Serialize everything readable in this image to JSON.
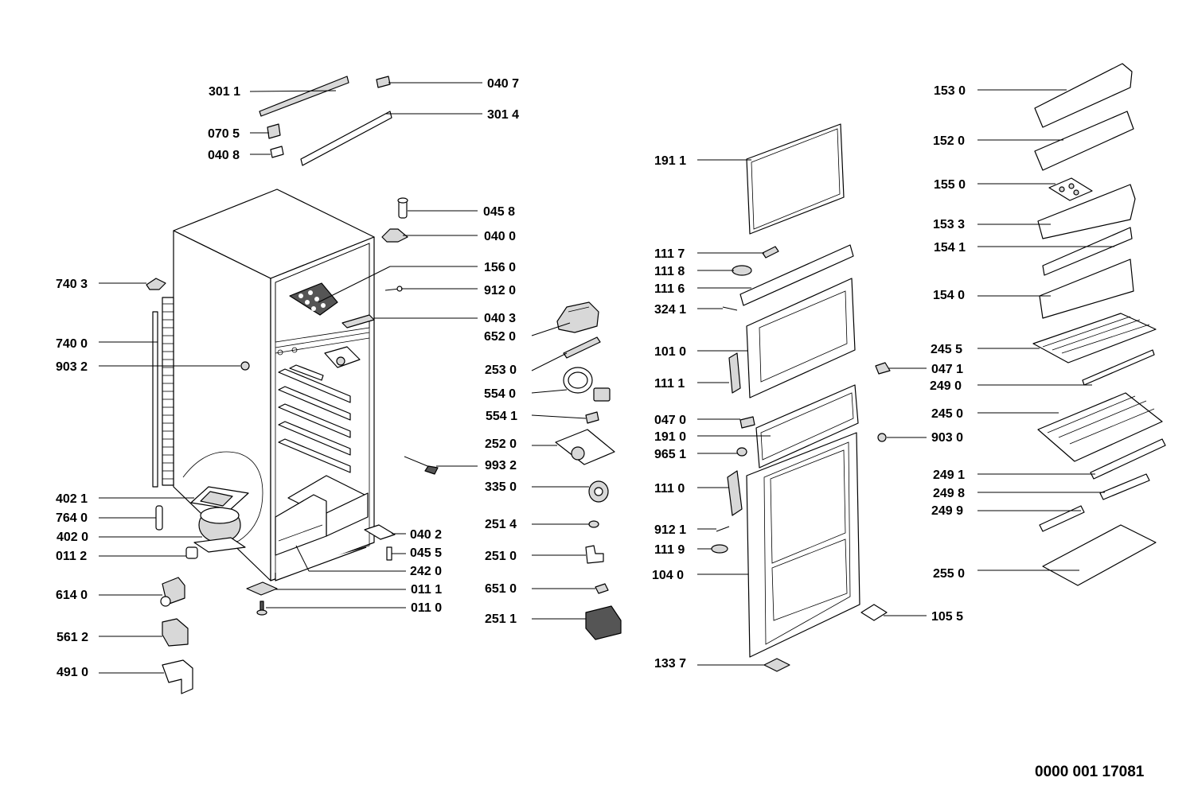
{
  "drawing_ref": "0000 001 17081",
  "labels": {
    "p3011": "301 1",
    "p0407": "040 7",
    "p3014": "301 4",
    "p0705": "070 5",
    "p0408": "040 8",
    "p0458": "045 8",
    "p0400": "040 0",
    "p1560": "156 0",
    "p9120": "912 0",
    "p0403": "040 3",
    "p6520": "652 0",
    "p2530": "253 0",
    "p5540": "554 0",
    "p5541": "554 1",
    "p2520": "252 0",
    "p9932": "993 2",
    "p3350": "335 0",
    "p2514": "251 4",
    "p2510": "251 0",
    "p6510": "651 0",
    "p2511": "251 1",
    "p0402": "040 2",
    "p0455": "045 5",
    "p2420": "242 0",
    "p0111": "011 1",
    "p0110": "011 0",
    "p7403": "740 3",
    "p7400": "740 0",
    "p9032": "903 2",
    "p4021": "402 1",
    "p7640": "764 0",
    "p4020": "402 0",
    "p0112": "011 2",
    "p6140": "614 0",
    "p5612": "561 2",
    "p4910": "491 0",
    "p1911": "191 1",
    "p1117": "111 7",
    "p1118": "111 8",
    "p1116": "111 6",
    "p3241": "324 1",
    "p1010": "101 0",
    "p1111": "111 1",
    "p0470": "047 0",
    "p1910": "191 0",
    "p9651": "965 1",
    "p1110": "111 0",
    "p9121": "912 1",
    "p1119": "111 9",
    "p1040": "104 0",
    "p1337": "133 7",
    "p1530": "153 0",
    "p1520": "152 0",
    "p1550": "155 0",
    "p1533": "153 3",
    "p1541": "154 1",
    "p1540": "154 0",
    "p2455": "245 5",
    "p0471": "047 1",
    "p2490": "249 0",
    "p2450": "245 0",
    "p9030": "903 0",
    "p2491": "249 1",
    "p2498": "249 8",
    "p2499": "249 9",
    "p2550": "255 0",
    "p1055": "105 5"
  }
}
